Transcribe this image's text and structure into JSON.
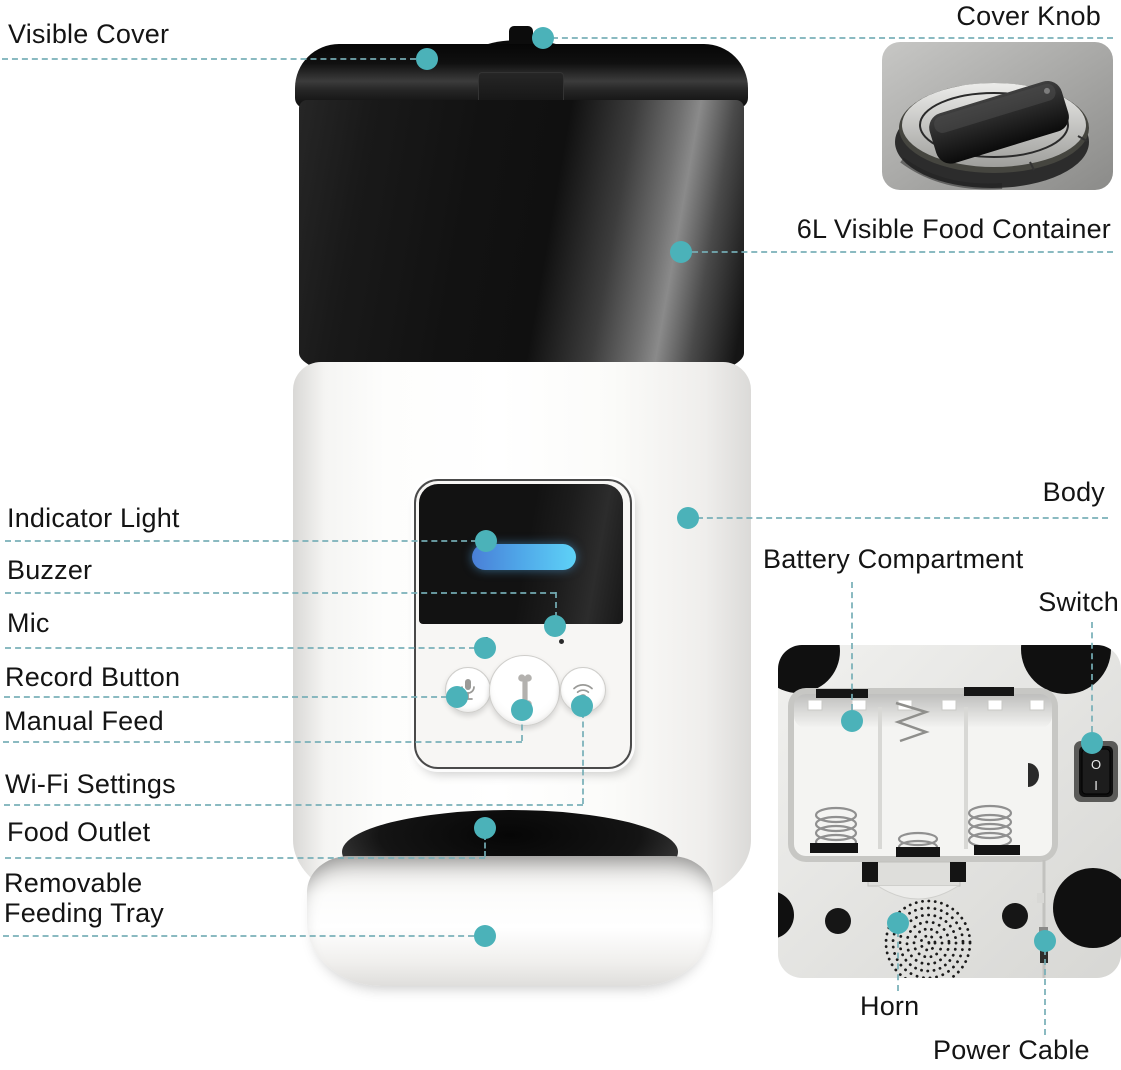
{
  "callouts": {
    "visible_cover": "Visible Cover",
    "cover_knob": "Cover Knob",
    "food_container": "6L Visible Food Container",
    "body": "Body",
    "indicator_light": "Indicator Light",
    "buzzer": "Buzzer",
    "mic": "Mic",
    "record_button": "Record Button",
    "manual_feed": "Manual Feed",
    "wifi_settings": "Wi-Fi Settings",
    "food_outlet": "Food Outlet",
    "removable_tray": "Removable Feeding Tray",
    "battery_compartment": "Battery Compartment",
    "switch": "Switch",
    "horn": "Horn",
    "power_cable": "Power Cable"
  },
  "bottom_view": {
    "switch_off_marking": "O",
    "switch_on_marking": "I"
  },
  "icons": {
    "record_button": "mic-icon",
    "manual_feed_button": "bone-icon",
    "wifi_button": "wifi-icon",
    "horn": "speaker-grille-icon",
    "callout_marker": "teal-dot"
  },
  "colors": {
    "accent_dot": "#4bb2b9",
    "leader_line": "#76aeb6",
    "label_text": "#141414",
    "indicator_light_start": "#4a7fd7",
    "indicator_light_end": "#5ed2f7",
    "device_dark": "#131313",
    "device_body": "#f7f6f4"
  }
}
